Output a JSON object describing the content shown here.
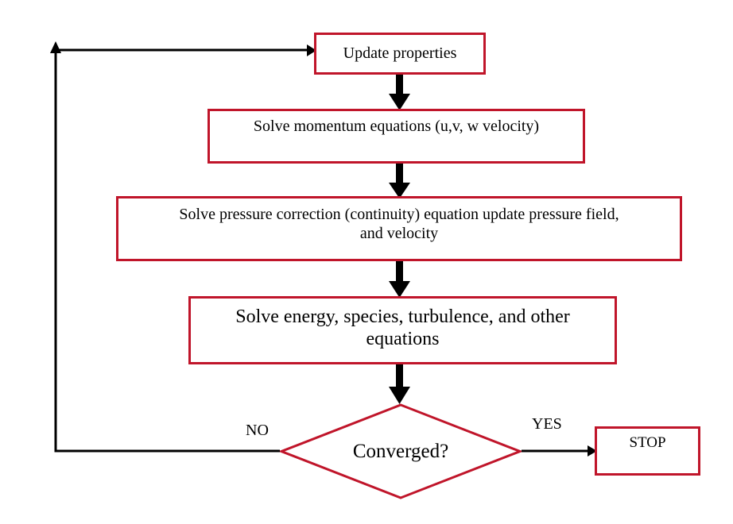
{
  "diagram": {
    "title": "CFD solution procedure flowchart",
    "colors": {
      "node_border": "#c0152a",
      "node_fill": "#ffffff",
      "connector": "#000000",
      "background": "#ffffff"
    },
    "nodes": [
      {
        "id": "update",
        "shape": "rectangle",
        "text": "Update properties"
      },
      {
        "id": "momentum",
        "shape": "rectangle",
        "text": "Solve momentum equations (u,v, w velocity)"
      },
      {
        "id": "pressure",
        "shape": "rectangle",
        "line1": "Solve pressure correction (continuity) equation update pressure field,",
        "line2": "and velocity"
      },
      {
        "id": "energy",
        "shape": "rectangle",
        "line1": "Solve energy, species, turbulence, and other",
        "line2": "equations"
      },
      {
        "id": "decision",
        "shape": "diamond",
        "text": "Converged?"
      },
      {
        "id": "stop",
        "shape": "rectangle",
        "text": "STOP"
      }
    ],
    "edges": [
      {
        "id": "update-to-momentum",
        "label": ""
      },
      {
        "id": "momentum-to-pressure",
        "label": ""
      },
      {
        "id": "pressure-to-energy",
        "label": ""
      },
      {
        "id": "energy-to-decision",
        "label": ""
      },
      {
        "id": "decision-to-stop",
        "label": "YES"
      },
      {
        "id": "decision-to-update",
        "label": "NO"
      }
    ],
    "labels": {
      "no": "NO",
      "yes": "YES"
    }
  }
}
